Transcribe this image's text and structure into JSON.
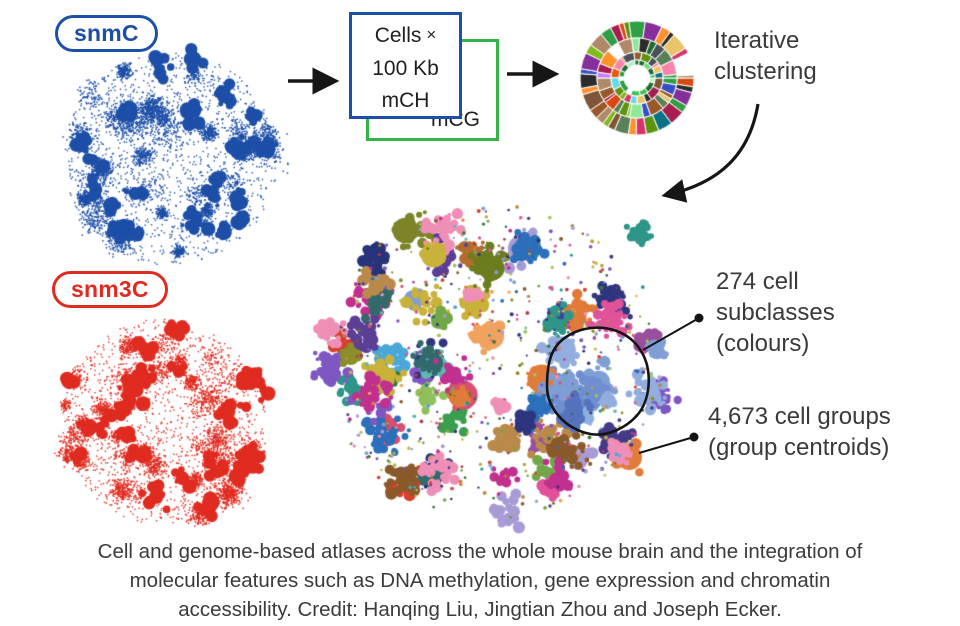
{
  "colors": {
    "snmc_blue": "#1d4fa8",
    "snm3c_red": "#e02b20",
    "green_box": "#33b44a",
    "ink": "#161616",
    "text_gray": "#3a3a3a"
  },
  "left_labels": {
    "snmc": "snmC",
    "snm3c": "snm3C"
  },
  "matrix": {
    "cells": "Cells",
    "times": "×",
    "bins": "100 Kb",
    "mch": "mCH",
    "mcg": "mCG"
  },
  "annotations": {
    "iterative": {
      "lines": [
        "Iterative",
        "clustering"
      ]
    },
    "subclasses": {
      "lines": [
        "274 cell",
        "subclasses",
        "(colours)"
      ]
    },
    "groups": {
      "lines": [
        "4,673 cell groups",
        "(group centroids)"
      ]
    }
  },
  "caption": {
    "lines": [
      "Cell and genome-based atlases across the whole mouse brain and the integration of",
      "molecular features such as DNA methylation, gene expression and chromatin",
      "accessibility. Credit: Hanqing Liu, Jingtian Zhou and Joseph Ecker."
    ]
  }
}
